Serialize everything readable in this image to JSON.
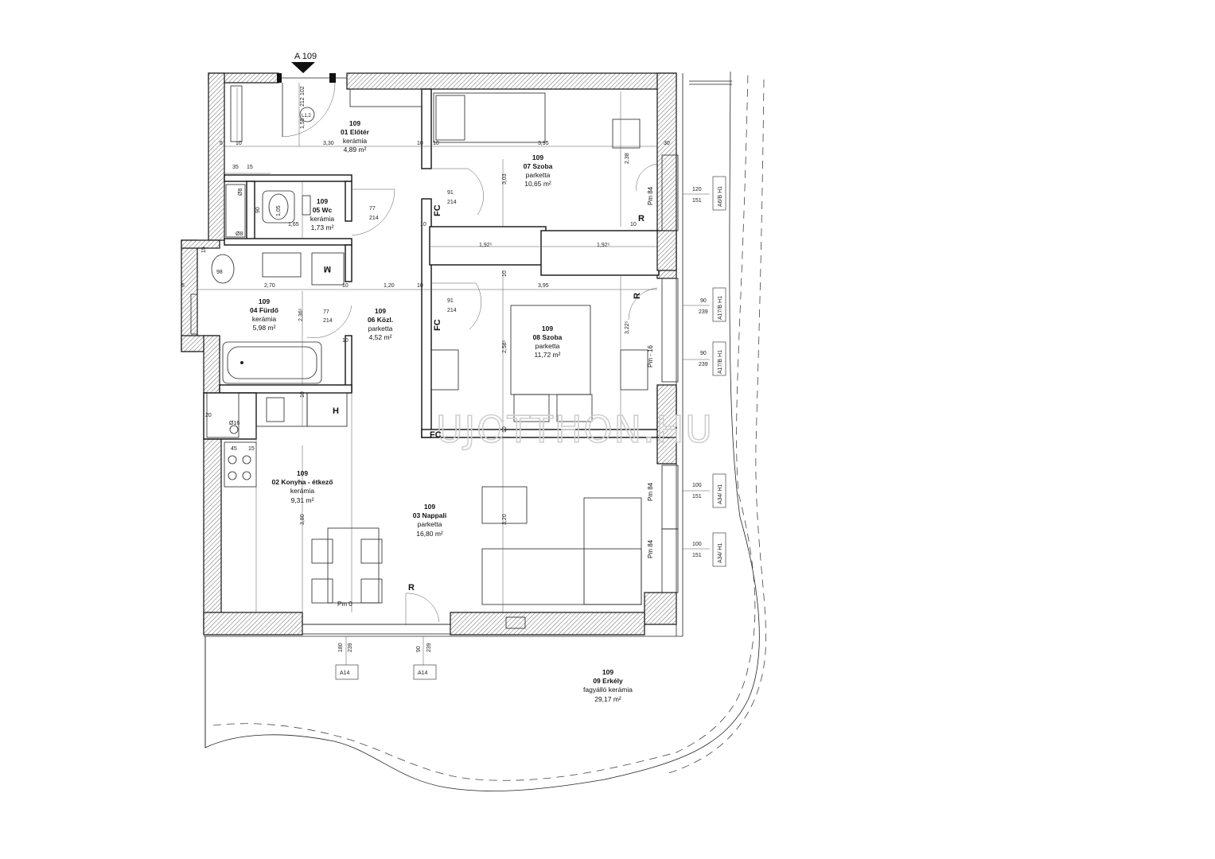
{
  "entrance": {
    "label": "A 109"
  },
  "rooms": [
    {
      "id": "01",
      "number": "109",
      "name": "01 Előtér",
      "floor": "kerámia",
      "area": "4,89 m²"
    },
    {
      "id": "07",
      "number": "109",
      "name": "07 Szoba",
      "floor": "parketta",
      "area": "10,65 m²"
    },
    {
      "id": "05",
      "number": "109",
      "name": "05 Wc",
      "floor": "kerámia",
      "area": "1,73 m²"
    },
    {
      "id": "04",
      "number": "109",
      "name": "04 Fürdő",
      "floor": "kerámia",
      "area": "5,98 m²"
    },
    {
      "id": "06",
      "number": "109",
      "name": "06 Közl.",
      "floor": "parketta",
      "area": "4,52 m²"
    },
    {
      "id": "08",
      "number": "109",
      "name": "08 Szoba",
      "floor": "parketta",
      "area": "11,72 m²"
    },
    {
      "id": "02",
      "number": "109",
      "name": "02 Konyha - étkező",
      "floor": "kerámia",
      "area": "9,31 m²"
    },
    {
      "id": "03",
      "number": "109",
      "name": "03 Nappali",
      "floor": "parketta",
      "area": "16,80 m²"
    },
    {
      "id": "09",
      "number": "109",
      "name": "09 Erkély",
      "floor": "fagyálló kerámia",
      "area": "29,17 m²"
    }
  ],
  "symbols": {
    "fc": "FC",
    "radiator": "R",
    "washing_machine": "M",
    "fridge": "H"
  },
  "levels": {
    "pm84": "Pm 84",
    "pm16": "Pm - 16",
    "pm0": "Pm 0"
  },
  "dimensions": {
    "d330": "3,30",
    "d395": "3,95",
    "d10": "10",
    "d30": "30",
    "d5": "5",
    "d35": "35",
    "d15": "15",
    "d303": "3,03",
    "d91": "91",
    "d214": "214",
    "d77": "77",
    "d105": "1,05",
    "d165": "1,65",
    "d90": "90",
    "d98": "98",
    "d238": "2,38",
    "d1925": "1,92⁵",
    "d270": "2,70",
    "d120": "1,20",
    "d2365": "2,36⁵",
    "d2585": "2,58⁵",
    "d3225": "3,22⁵",
    "d20": "20",
    "d016": "Ø16",
    "d45": "45",
    "d380": "3,80",
    "d320": "3,20",
    "d08": "Ø8",
    "d102": "102",
    "d212": "212",
    "d155": "1,55"
  },
  "window_marks": [
    {
      "w": "120",
      "h": "151",
      "code": "A6/B H1"
    },
    {
      "w": "90",
      "h": "239",
      "code": "A17/B H1"
    },
    {
      "w": "90",
      "h": "239",
      "code": "A17/B H1"
    },
    {
      "w": "100",
      "h": "151",
      "code": "A34/ H1"
    },
    {
      "w": "100",
      "h": "151",
      "code": "A34/ H1"
    },
    {
      "w": "180",
      "h": "239",
      "code": "A14"
    },
    {
      "w": "90",
      "h": "239",
      "code": "A14"
    }
  ],
  "tags": {
    "l12": "L1,2"
  },
  "watermark": "UJOTTHON.HU"
}
